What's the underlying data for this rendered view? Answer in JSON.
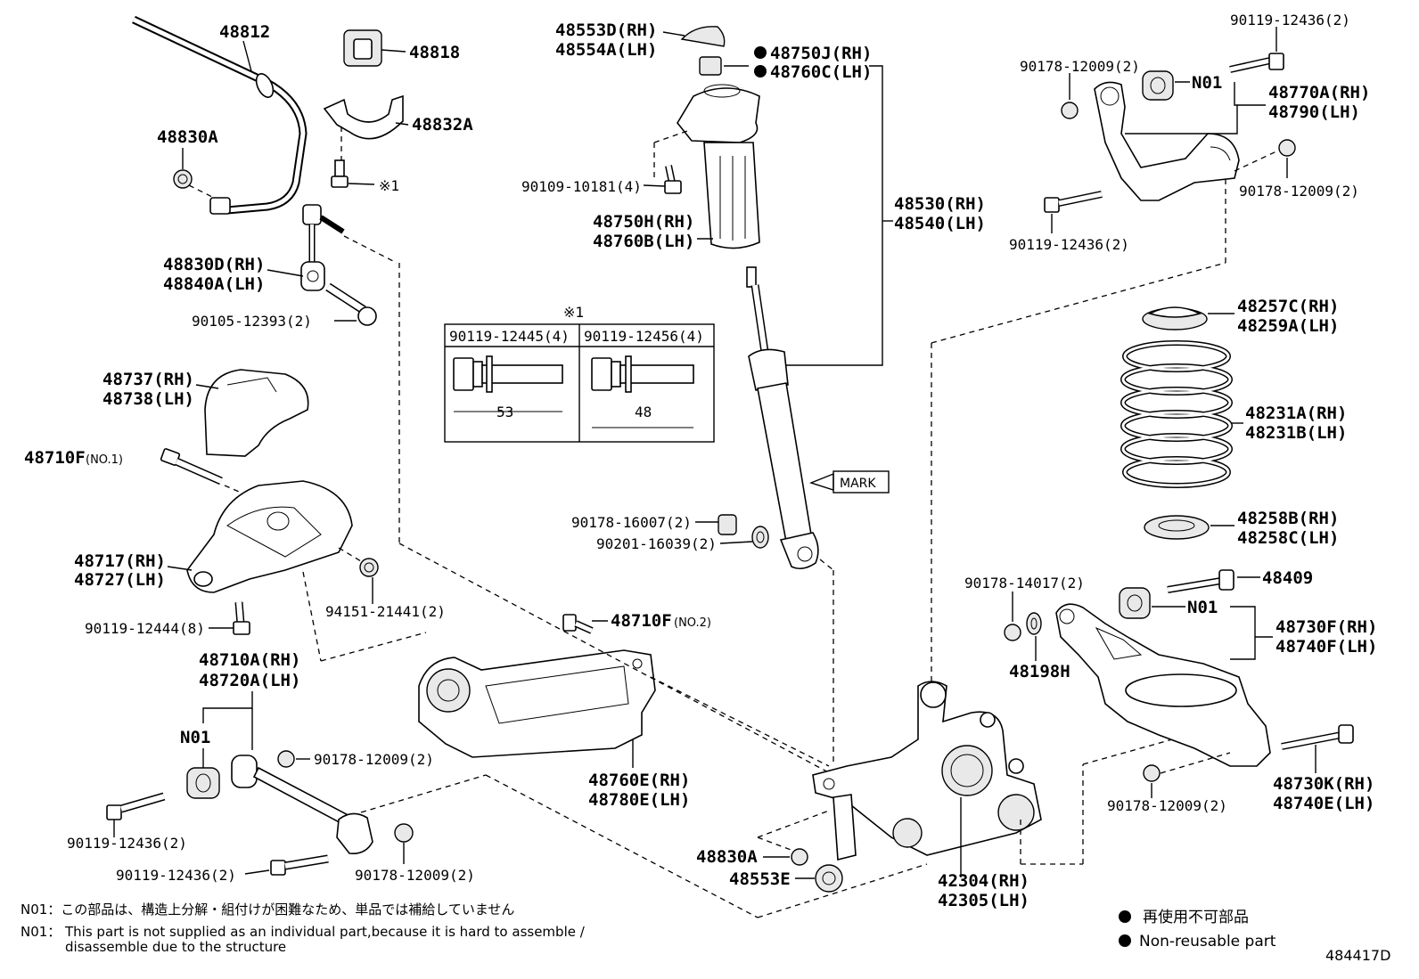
{
  "labels": {
    "p48812": "48812",
    "p48818": "48818",
    "p48830A_top": "48830A",
    "p48832A": "48832A",
    "ref1_bolt": "※1",
    "p48830D": "48830D(RH)",
    "p48840A": "48840A(LH)",
    "p90105": "90105-12393(2)",
    "p48737": "48737(RH)",
    "p48738": "48738(LH)",
    "p48710F_no1": "48710F",
    "no1_suffix": "(NO.1)",
    "p48717": "48717(RH)",
    "p48727": "48727(LH)",
    "p90119_12444": "90119-12444(8)",
    "p94151": "94151-21441(2)",
    "p48710A": "48710A(RH)",
    "p48720A": "48720A(LH)",
    "n01_left": "N01",
    "p90178_left": "90178-12009(2)",
    "p90119_12436_left1": "90119-12436(2)",
    "p90119_12436_left2": "90119-12436(2)",
    "p90178_bottom": "90178-12009(2)",
    "p48553D": "48553D(RH)",
    "p48554A": "48554A(LH)",
    "p48750J": "48750J(RH)",
    "p48760C": "48760C(LH)",
    "p90109": "90109-10181(4)",
    "p48750H": "48750H(RH)",
    "p48760B": "48760B(LH)",
    "p48530": "48530(RH)",
    "p48540": "48540(LH)",
    "ref1_table": "※1",
    "tbl_col1": "90119-12445(4)",
    "tbl_col2": "90119-12456(4)",
    "tbl_dim1": "53",
    "tbl_dim2": "48",
    "mark": "MARK",
    "p90178_16007": "90178-16007(2)",
    "p90201": "90201-16039(2)",
    "p48710F_no2": "48710F",
    "no2_suffix": "(NO.2)",
    "p48760E": "48760E(RH)",
    "p48780E": "48780E(LH)",
    "p48830A_bottom": "48830A",
    "p48553E": "48553E",
    "p42304": "42304(RH)",
    "p42305": "42305(LH)",
    "p90119_12436_tr": "90119-12436(2)",
    "p90178_tr": "90178-12009(2)",
    "n01_tr": "N01",
    "p48770A": "48770A(RH)",
    "p48790": "48790(LH)",
    "p90178_tr2": "90178-12009(2)",
    "p90119_12436_tr2": "90119-12436(2)",
    "p48257C": "48257C(RH)",
    "p48259A": "48259A(LH)",
    "p48231A": "48231A(RH)",
    "p48231B": "48231B(LH)",
    "p48258B": "48258B(RH)",
    "p48258C": "48258C(LH)",
    "p90178_14017": "90178-14017(2)",
    "p48409": "48409",
    "n01_r": "N01",
    "p48730F": "48730F(RH)",
    "p48740F": "48740F(LH)",
    "p48198H": "48198H",
    "p48730K": "48730K(RH)",
    "p48740E": "48740E(LH)",
    "p90178_r3": "90178-12009(2)"
  },
  "notes": {
    "n01_jp": "N01：この部品は、構造上分解・組付けが困難なため、単品では補給していません",
    "n01_en_prefix": "N01：",
    "n01_en_line1": "This part is not supplied as an individual part,because it is hard to assemble /",
    "n01_en_line2": "disassemble due to the structure"
  },
  "legend": {
    "jp": "再使用不可部品",
    "en": "Non-reusable part"
  },
  "diagram_id": "484417D"
}
